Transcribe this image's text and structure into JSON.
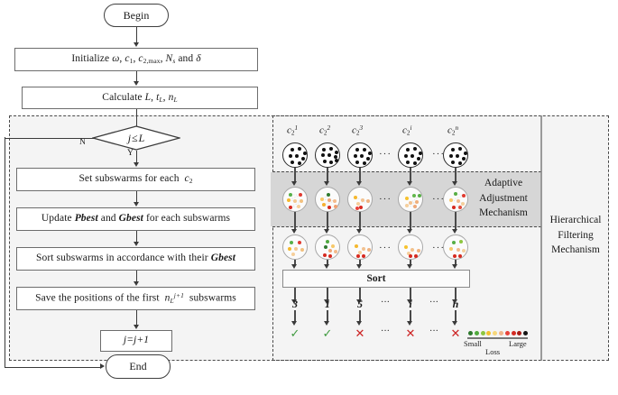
{
  "figure": {
    "title": "Hierarchical filtering PSO flowchart",
    "background": "#ffffff",
    "accent_green": "#3f9a3f",
    "accent_red": "#cc2222",
    "band_gray": "#d6d6d6",
    "panel_gray": "#f4f4f4"
  },
  "flow": {
    "begin": "Begin",
    "end": "End",
    "initialize": "Initialize ω, c₁, c₂,ₘₐₓ, Nₛ and δ",
    "initialize_parts": {
      "lead": "Initialize",
      "omega": "ω",
      "c1": "c",
      "c1_sub": "1",
      "c2max": "c",
      "c2max_sub": "2,max",
      "Ns": "N",
      "Ns_sub": "s",
      "and": "and",
      "delta": "δ"
    },
    "calculate": "Calculate L, t_L, n_L",
    "calculate_parts": {
      "lead": "Calculate",
      "L": "L",
      "t": "t",
      "t_sub": "L",
      "n": "n",
      "n_sub": "L"
    },
    "decision": "j ≤ L",
    "decision_parts": {
      "j": "j",
      "op": "≤",
      "L": "L"
    },
    "branch_no": "N",
    "branch_yes": "Y",
    "step1": "Set subswarms for each c₂",
    "step1_parts": {
      "lead": "Set subswarms for each",
      "c": "c",
      "c_sub": "2"
    },
    "step2": "Update Pbest and Gbest for each subswarms",
    "step2_parts": {
      "lead": "Update",
      "pbest": "Pbest",
      "mid": "and",
      "gbest": "Gbest",
      "tail": "for each subswarms"
    },
    "step3": "Sort subswarms in accordance with their Gbest",
    "step3_parts": {
      "lead": "Sort subswarms in accordance with their",
      "gbest": "Gbest"
    },
    "step4": "Save the positions of the first n_L^{j+1} subswarms",
    "step4_parts": {
      "lead": "Save the positions of the first",
      "n": "n",
      "n_sub": "L",
      "n_sup": "j+1",
      "tail": "subswarms"
    },
    "increment": "j=j+1"
  },
  "right_panel": {
    "hierarchical_label": [
      "Hierarchical",
      "Filtering",
      "Mechanism"
    ],
    "adaptive_label": [
      "Adaptive",
      "Adjustment",
      "Mechanism"
    ],
    "sort_label": "Sort",
    "c2_labels": [
      {
        "base": "c",
        "sub": "2",
        "sup": "1"
      },
      {
        "base": "c",
        "sub": "2",
        "sup": "2"
      },
      {
        "base": "c",
        "sub": "2",
        "sup": "3"
      },
      {
        "base": "c",
        "sub": "2",
        "sup": "i"
      },
      {
        "base": "c",
        "sub": "2",
        "sup": "n"
      }
    ],
    "ellipsis": "···",
    "ranks": [
      "3",
      "1",
      "5",
      "···",
      "i",
      "···",
      "n"
    ],
    "marks": [
      "✓",
      "✓",
      "✕",
      "···",
      "✕",
      "···",
      "✕"
    ],
    "mark_kinds": [
      "tick",
      "tick",
      "cross",
      "dots",
      "cross",
      "dots",
      "cross"
    ],
    "legend": {
      "left_text": "Small",
      "right_text": "Large",
      "caption": "Loss",
      "colors": [
        "#2d7a2d",
        "#4faa3c",
        "#8ec63f",
        "#f2c12e",
        "#f7d77a",
        "#f0b48a",
        "#e8433a",
        "#d42a22",
        "#a81c16",
        "#151515"
      ]
    }
  },
  "swarms": {
    "row1_black_dots": [
      [
        [
          8,
          5
        ],
        [
          16,
          4
        ],
        [
          22,
          9
        ],
        [
          6,
          12
        ],
        [
          13,
          12
        ],
        [
          20,
          15
        ],
        [
          8,
          19
        ],
        [
          16,
          20
        ]
      ],
      [
        [
          7,
          5
        ],
        [
          15,
          4
        ],
        [
          21,
          8
        ],
        [
          6,
          11
        ],
        [
          13,
          11
        ],
        [
          20,
          13
        ],
        [
          8,
          18
        ],
        [
          15,
          19
        ],
        [
          21,
          17
        ]
      ],
      [
        [
          8,
          5
        ],
        [
          16,
          5
        ],
        [
          22,
          9
        ],
        [
          6,
          12
        ],
        [
          13,
          12
        ],
        [
          20,
          15
        ],
        [
          8,
          19
        ],
        [
          16,
          20
        ]
      ],
      [
        [
          8,
          5
        ],
        [
          16,
          4
        ],
        [
          22,
          9
        ],
        [
          6,
          12
        ],
        [
          13,
          12
        ],
        [
          20,
          15
        ],
        [
          8,
          19
        ],
        [
          16,
          20
        ]
      ],
      [
        [
          8,
          5
        ],
        [
          16,
          4
        ],
        [
          22,
          9
        ],
        [
          6,
          12
        ],
        [
          13,
          12
        ],
        [
          20,
          15
        ],
        [
          8,
          19
        ],
        [
          16,
          20
        ]
      ]
    ],
    "row2_colors": [
      [
        [
          "#57b04a",
          6,
          6
        ],
        [
          "#e03a2f",
          17,
          6
        ],
        [
          "#f5b92e",
          4,
          12
        ],
        [
          "#f3c891",
          11,
          13
        ],
        [
          "#f2c07e",
          18,
          13
        ],
        [
          "#d82a22",
          6,
          20
        ],
        [
          "#f6cf9a",
          15,
          19
        ]
      ],
      [
        [
          "#2f7a2f",
          12,
          6
        ],
        [
          "#f7c96a",
          5,
          11
        ],
        [
          "#f0a878",
          13,
          12
        ],
        [
          "#f3ba8a",
          19,
          13
        ],
        [
          "#f5b030",
          7,
          17
        ],
        [
          "#d6291f",
          13,
          20
        ],
        [
          "#f0a070",
          20,
          19
        ]
      ],
      [
        [
          "#f5b82e",
          6,
          9
        ],
        [
          "#f3c291",
          14,
          12
        ],
        [
          "#efb281",
          20,
          13
        ],
        [
          "#f6cd99",
          9,
          16
        ],
        [
          "#d8291f",
          12,
          20
        ],
        [
          "#e8403a",
          8,
          21
        ]
      ],
      [
        [
          "#f7c22e",
          7,
          10
        ],
        [
          "#62b84c",
          15,
          7
        ],
        [
          "#56ae45",
          21,
          7
        ],
        [
          "#f3c28d",
          11,
          15
        ],
        [
          "#f0b07c",
          18,
          14
        ],
        [
          "#f5cf9d",
          7,
          18
        ],
        [
          "#efa978",
          16,
          19
        ]
      ],
      [
        [
          "#56ae45",
          11,
          5
        ],
        [
          "#e03a2f",
          20,
          7
        ],
        [
          "#f7c96a",
          6,
          12
        ],
        [
          "#f1b98c",
          14,
          13
        ],
        [
          "#f4cf9c",
          19,
          16
        ],
        [
          "#d6291f",
          9,
          20
        ],
        [
          "#e04a3a",
          16,
          20
        ]
      ]
    ],
    "row3_colors": [
      [
        [
          "#57b04a",
          7,
          6
        ],
        [
          "#e03a2f",
          16,
          6
        ],
        [
          "#f5b92e",
          5,
          13
        ],
        [
          "#f3c891",
          12,
          13
        ],
        [
          "#f2c07e",
          19,
          14
        ],
        [
          "#f6cf9a",
          9,
          19
        ]
      ],
      [
        [
          "#4fa83f",
          11,
          5
        ],
        [
          "#2f7a2f",
          9,
          11
        ],
        [
          "#f7c96a",
          17,
          10
        ],
        [
          "#f0a878",
          14,
          15
        ],
        [
          "#f3ba8a",
          20,
          16
        ],
        [
          "#d6291f",
          8,
          20
        ],
        [
          "#d6291f",
          14,
          21
        ]
      ],
      [
        [
          "#f5b82e",
          7,
          10
        ],
        [
          "#f3c291",
          15,
          13
        ],
        [
          "#efb281",
          21,
          14
        ],
        [
          "#f6cd99",
          11,
          17
        ],
        [
          "#d8291f",
          9,
          21
        ],
        [
          "#d8291f",
          15,
          21
        ]
      ],
      [
        [
          "#f7c22e",
          6,
          11
        ],
        [
          "#f3c28d",
          13,
          14
        ],
        [
          "#f0b07c",
          20,
          15
        ],
        [
          "#f5cf9d",
          9,
          18
        ],
        [
          "#d6291f",
          11,
          21
        ],
        [
          "#d6291f",
          17,
          21
        ]
      ],
      [
        [
          "#56ae45",
          9,
          6
        ],
        [
          "#8ec63f",
          17,
          5
        ],
        [
          "#f7c96a",
          6,
          13
        ],
        [
          "#f1b98c",
          14,
          14
        ],
        [
          "#f4cf9c",
          20,
          15
        ],
        [
          "#d6291f",
          10,
          21
        ],
        [
          "#d6291f",
          16,
          21
        ]
      ]
    ]
  }
}
